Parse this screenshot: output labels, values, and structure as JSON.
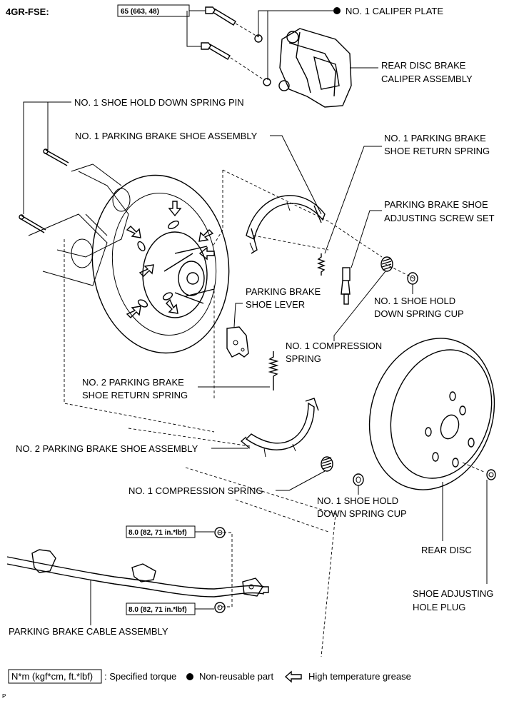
{
  "header": {
    "engine": "4GR-FSE:"
  },
  "torque": {
    "caliper_bolt": "65 (663, 48)",
    "cable_bolt_upper": "8.0 (82, 71 in.*lbf)",
    "cable_bolt_lower": "8.0 (82, 71 in.*lbf)"
  },
  "labels": {
    "caliper_plate": "NO. 1 CALIPER PLATE",
    "caliper_assembly": [
      "REAR DISC BRAKE",
      "CALIPER ASSEMBLY"
    ],
    "hold_down_pin": "NO. 1 SHOE HOLD DOWN SPRING PIN",
    "shoe_assembly_1": "NO. 1 PARKING BRAKE SHOE ASSEMBLY",
    "return_spring_1": [
      "NO. 1 PARKING BRAKE",
      "SHOE RETURN SPRING"
    ],
    "adjusting_screw": [
      "PARKING BRAKE SHOE",
      "ADJUSTING SCREW SET"
    ],
    "shoe_lever": [
      "PARKING BRAKE",
      "SHOE LEVER"
    ],
    "spring_cup_upper": [
      "NO. 1 SHOE HOLD",
      "DOWN SPRING CUP"
    ],
    "compression_spring_upper": [
      "NO. 1 COMPRESSION",
      "SPRING"
    ],
    "return_spring_2": [
      "NO.  2 PARKING BRAKE",
      "SHOE RETURN SPRING"
    ],
    "shoe_assembly_2": "NO. 2 PARKING BRAKE SHOE ASSEMBLY",
    "compression_spring_lower": "NO. 1 COMPRESSION SPRING",
    "spring_cup_lower": [
      "NO. 1 SHOE HOLD",
      "DOWN SPRING CUP"
    ],
    "rear_disc": "REAR DISC",
    "hole_plug": [
      "SHOE ADJUSTING",
      "HOLE PLUG"
    ],
    "cable_assembly": "PARKING BRAKE CABLE ASSEMBLY"
  },
  "legend": {
    "torque_box": "N*m (kgf*cm, ft.*lbf)",
    "torque_text": ": Specified torque",
    "non_reusable": "Non-reusable part",
    "grease": "High temperature grease"
  },
  "footer_code": "P"
}
